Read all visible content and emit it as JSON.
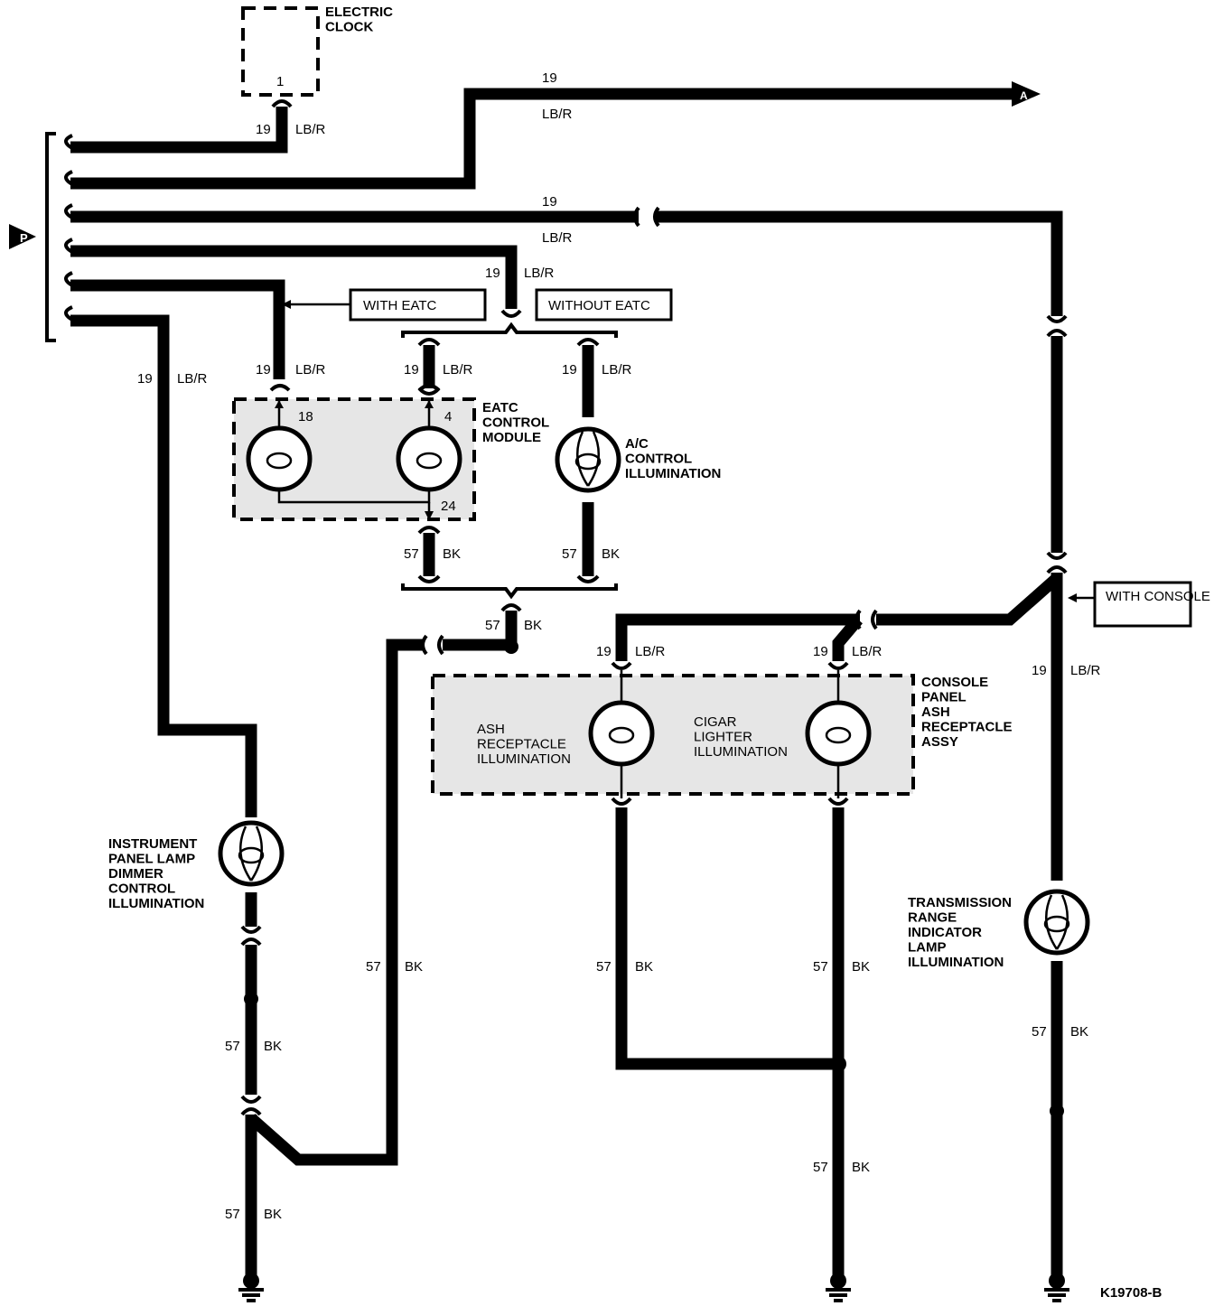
{
  "components": {
    "electric_clock": {
      "name": "ELECTRIC\nCLOCK",
      "pin": "1"
    },
    "eatc_module": {
      "name": "EATC\nCONTROL\nMODULE",
      "pins": [
        "18",
        "4",
        "24"
      ]
    },
    "ac_illum": {
      "name": "A/C\nCONTROL\nILLUMINATION"
    },
    "console_assy": {
      "name": "CONSOLE\nPANEL\nASH\nRECEPTACLE\nASSY"
    },
    "ash_illum": {
      "name": "ASH\nRECEPTACLE\nILLUMINATION"
    },
    "cigar_illum": {
      "name": "CIGAR\nLIGHTER\nILLUMINATION"
    },
    "dimmer_illum": {
      "name": "INSTRUMENT\nPANEL LAMP\nDIMMER\nCONTROL\nILLUMINATION"
    },
    "trans_illum": {
      "name": "TRANSMISSION\nRANGE\nINDICATOR\nLAMP\nILLUMINATION"
    }
  },
  "options": {
    "with_eatc": "WITH EATC",
    "without_eatc": "WITHOUT EATC",
    "with_console": "WITH CONSOLE"
  },
  "connectors": {
    "to_a": "A",
    "from_p": "P"
  },
  "wires": {
    "circuit_19": "19",
    "color_lbr": "LB/R",
    "circuit_57": "57",
    "color_bk": "BK"
  },
  "figure_id": "K19708-B"
}
